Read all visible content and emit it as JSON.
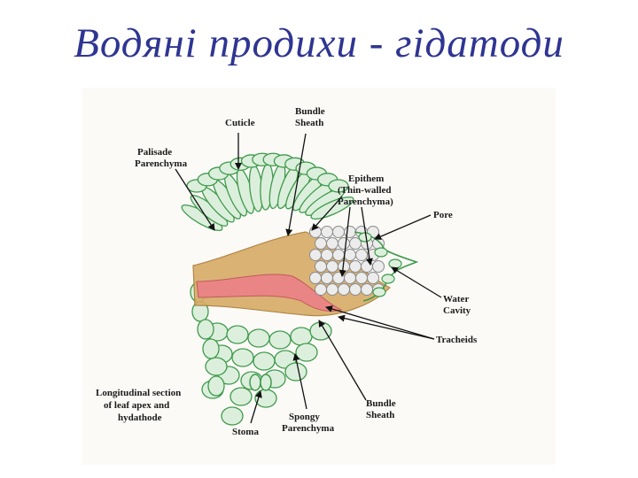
{
  "title": "Водяні продихи - гідатоди",
  "diagram": {
    "labels": {
      "cuticle": "Cuticle",
      "bundle_sheath_top": [
        "Bundle",
        "Sheath"
      ],
      "palisade": [
        "Palisade",
        "Parenchyma"
      ],
      "epithem": [
        "Epithem",
        "(Thin-walled",
        "Parenchyma)"
      ],
      "pore": "Pore",
      "water_cavity": [
        "Water",
        "Cavity"
      ],
      "tracheids": "Tracheids",
      "caption": [
        "Longitudinal section",
        "of leaf apex and",
        "hydathode"
      ],
      "stoma": "Stoma",
      "spongy": [
        "Spongy",
        "Parenchyma"
      ],
      "bundle_sheath_bottom": [
        "Bundle",
        "Sheath"
      ]
    },
    "colors": {
      "cell_fill": "#dcefdc",
      "cell_stroke": "#3f9a4c",
      "epithem_fill": "#ececec",
      "bundle_sheath": "#d7ac66",
      "tracheids": "#ea8585",
      "arrow": "#111111",
      "title": "#2e3592"
    }
  }
}
